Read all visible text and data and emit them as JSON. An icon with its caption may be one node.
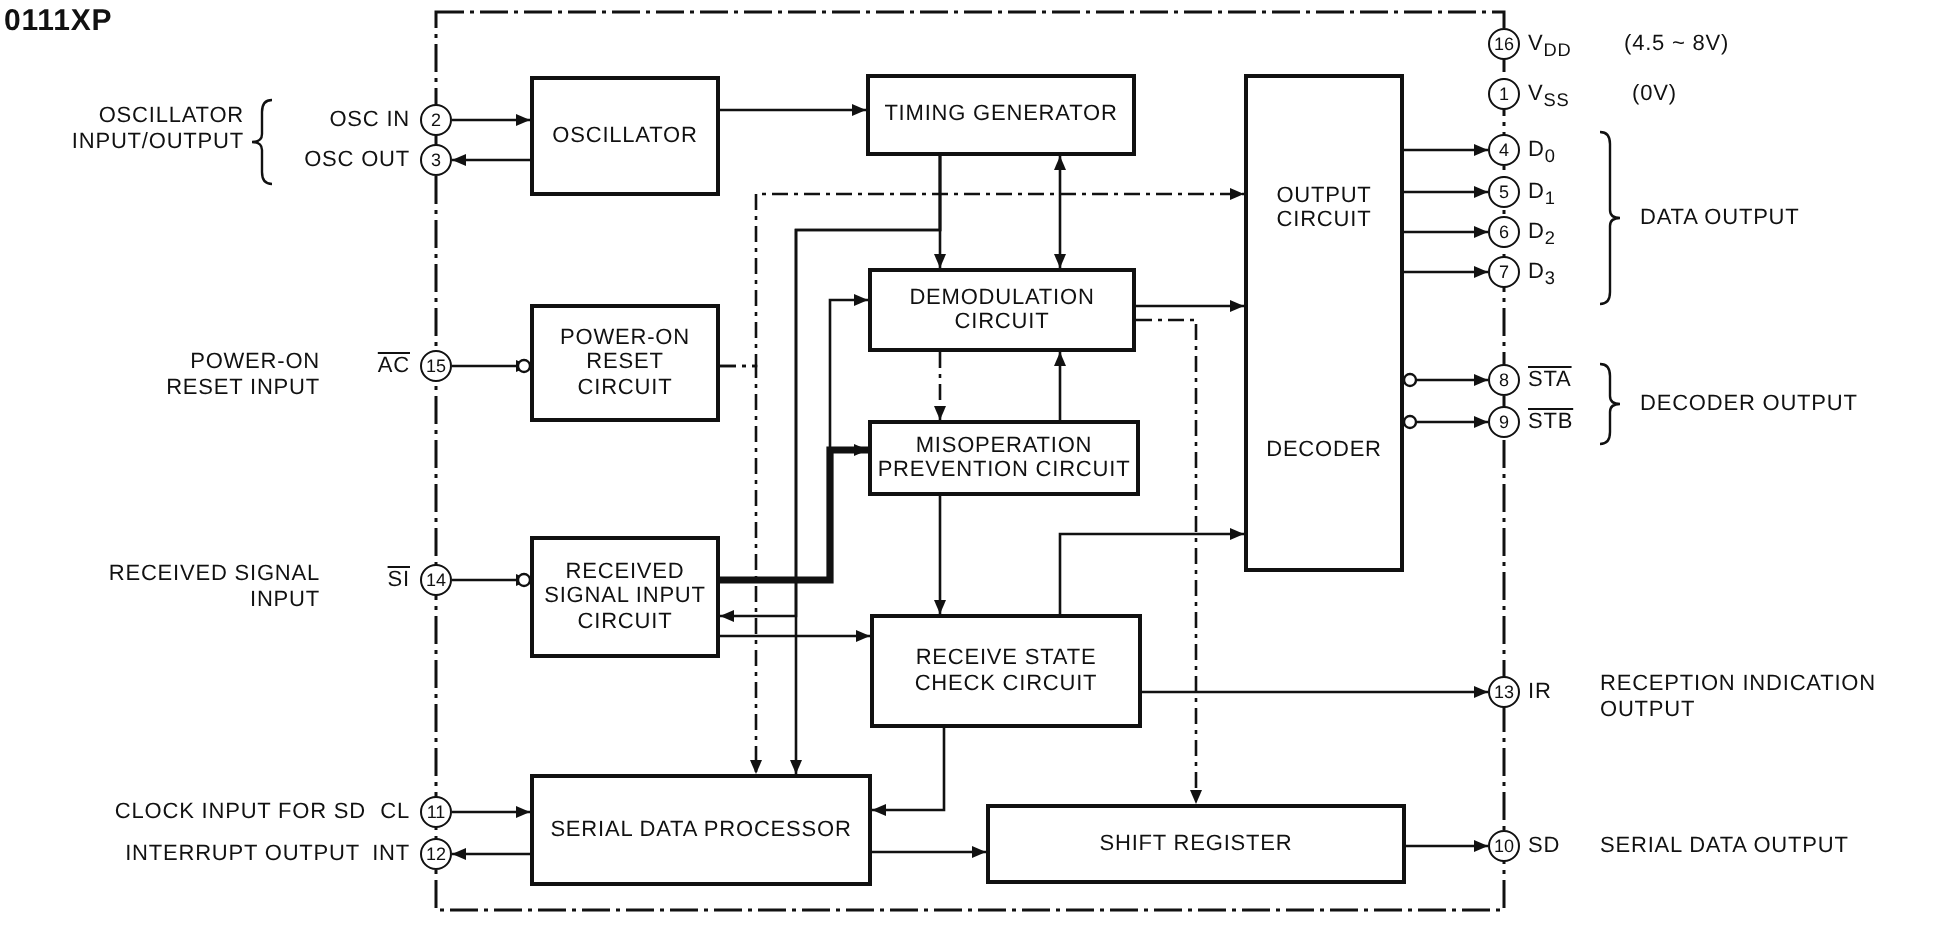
{
  "diagram": {
    "title": "0111XP",
    "nodes": [
      {
        "text": [
          "OSCILLATOR"
        ]
      },
      {
        "text": [
          "TIMING GENERATOR"
        ]
      },
      {
        "text": [
          "OUTPUT CIRCUIT",
          "DECODER"
        ]
      },
      {
        "text": [
          "POWER-ON RESET CIRCUIT"
        ]
      },
      {
        "text": [
          "DEMODULATION CIRCUIT"
        ]
      },
      {
        "text": [
          "MISOPERATION PREVENTION CIRCUIT"
        ]
      },
      {
        "text": [
          "RECEIVED SIGNAL INPUT CIRCUIT"
        ]
      },
      {
        "text": [
          "RECEIVE STATE CHECK CIRCUIT"
        ]
      },
      {
        "text": [
          "SERIAL DATA PROCESSOR"
        ]
      },
      {
        "text": [
          "SHIFT REGISTER"
        ]
      },
      {
        "text": [
          "16"
        ],
        "beside": [
          "V$_{DD}$"
        ]
      },
      {
        "text": [
          "1"
        ],
        "beside": [
          "V$_{SS}$"
        ]
      },
      {
        "text": [
          "2"
        ],
        "beside": [
          "OSC IN"
        ]
      },
      {
        "text": [
          "3"
        ],
        "beside": [
          "OSC OUT"
        ]
      },
      {
        "text": [
          "15"
        ],
        "beside": [
          "AC"
        ]
      },
      {
        "text": [
          "14"
        ],
        "beside": [
          "SI"
        ]
      },
      {
        "text": [
          "11"
        ],
        "beside": [
          "CL"
        ]
      },
      {
        "text": [
          "12"
        ],
        "beside": [
          "INT"
        ]
      },
      {
        "text": [
          "4"
        ],
        "beside": [
          "D$_{0}$"
        ]
      },
      {
        "text": [
          "5"
        ],
        "beside": [
          "D$_{1}$"
        ]
      },
      {
        "text": [
          "6"
        ],
        "beside": [
          "D$_{2}$"
        ]
      },
      {
        "text": [
          "7"
        ],
        "beside": [
          "D$_{3}$"
        ]
      },
      {
        "text": [
          "8"
        ],
        "beside": [
          "STA"
        ]
      },
      {
        "text": [
          "9"
        ],
        "beside": [
          "STB"
        ]
      },
      {
        "text": [
          "13"
        ],
        "beside": [
          "IR"
        ]
      },
      {
        "text": [
          "10"
        ],
        "beside": [
          "SD"
        ]
      }
    ],
    "edges": [
      {
        "from": 12,
        "to": 0,
        "arrow": "to"
      },
      {
        "from": 0,
        "to": 13,
        "arrow": "to"
      },
      {
        "from": 0,
        "to": 1,
        "arrow": "to"
      },
      {
        "from": 14,
        "to": 3,
        "arrow": "to"
      },
      {
        "from": 15,
        "to": 6,
        "arrow": "to"
      },
      {
        "from": 16,
        "to": 8,
        "arrow": "to"
      },
      {
        "from": 8,
        "to": 17,
        "arrow": "to"
      },
      {
        "from": 1,
        "to": 4,
        "arrow": "to"
      },
      {
        "from": 4,
        "to": 1,
        "arrow": "both"
      },
      {
        "from": 4,
        "to": 2,
        "arrow": "to"
      },
      {
        "from": 4,
        "to": 5,
        "arrow": "to",
        "style": "dashed"
      },
      {
        "from": 5,
        "to": 4,
        "arrow": "to"
      },
      {
        "from": 5,
        "to": 7,
        "arrow": "to"
      },
      {
        "from": 7,
        "to": 2,
        "arrow": "to"
      },
      {
        "from": 7,
        "to": 8,
        "arrow": "to"
      },
      {
        "from": 8,
        "to": 9,
        "arrow": "to"
      },
      {
        "from": 9,
        "to": 25,
        "arrow": "to"
      },
      {
        "from": 7,
        "to": 24,
        "arrow": "to"
      },
      {
        "from": 2,
        "to": 18,
        "arrow": "to"
      },
      {
        "from": 2,
        "to": 19,
        "arrow": "to"
      },
      {
        "from": 2,
        "to": 20,
        "arrow": "to"
      },
      {
        "from": 2,
        "to": 21,
        "arrow": "to"
      },
      {
        "from": 2,
        "to": 22,
        "arrow": "to"
      },
      {
        "from": 2,
        "to": 23,
        "arrow": "to"
      },
      {
        "from": 3,
        "to": 2,
        "arrow": "to",
        "style": "dashed"
      },
      {
        "from": 3,
        "to": 8,
        "arrow": "to",
        "style": "dashed"
      },
      {
        "from": 6,
        "to": 4,
        "arrow": "to"
      },
      {
        "from": 1,
        "to": 6,
        "arrow": "to"
      },
      {
        "from": 1,
        "to": 8,
        "arrow": "to"
      },
      {
        "from": 6,
        "to": 5,
        "arrow": "to",
        "style": "thick"
      },
      {
        "from": 6,
        "to": 7,
        "arrow": "to"
      },
      {
        "from": 4,
        "to": 9,
        "arrow": "to",
        "style": "dashed"
      }
    ],
    "labels": [
      "OSCILLATOR INPUT/OUTPUT",
      "POWER-ON RESET INPUT",
      "RECEIVED SIGNAL INPUT",
      "CLOCK INPUT FOR SD",
      "INTERRUPT OUTPUT",
      "(4.5 ~ 8V)",
      "(0V)",
      "DATA OUTPUT",
      "DECODER OUTPUT",
      "RECEPTION INDICATION OUTPUT",
      "SERIAL DATA OUTPUT"
    ]
  }
}
